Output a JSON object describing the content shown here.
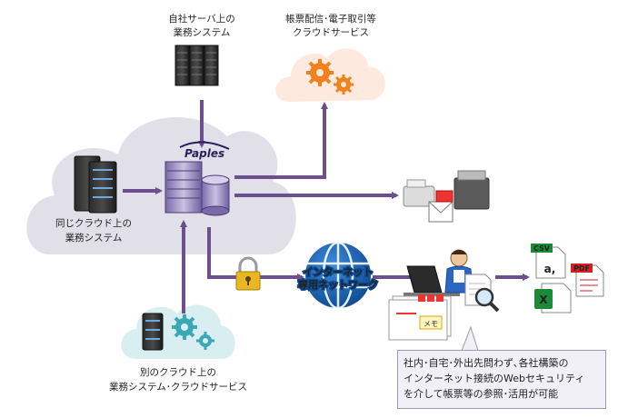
{
  "own_server": {
    "line1": "自社サーバ上の",
    "line2": "業務システム"
  },
  "cloud_service": {
    "line1": "帳票配信･電子取引等",
    "line2": "クラウドサービス"
  },
  "same_cloud": {
    "line1": "同じクラウド上の",
    "line2": "業務システム"
  },
  "other_cloud": {
    "line1": "別のクラウド上の",
    "line2": "業務システム･クラウドサービス"
  },
  "hub": {
    "logo": "Paples"
  },
  "network": {
    "line1": "インターネット",
    "line2": "専用ネットワーク"
  },
  "docs": {
    "csv": "CSV",
    "pdf": "PDF",
    "mark": "a,",
    "excel": "X",
    "memo": "メモ"
  },
  "callout": {
    "line1": "社内･自宅･外出先問わず､各社構築の",
    "line2": "インターネット接続のWebセキュリティ",
    "line3": "を介して帳票等の参照･活用が可能"
  },
  "colors": {
    "arrow": "#6b4f8e",
    "cloud_gray": "#e1dfe8",
    "cloud_orange": "#fde9de",
    "cloud_teal": "#d8eef0",
    "globe": "#1a63b0",
    "gear": "#f0821e"
  }
}
